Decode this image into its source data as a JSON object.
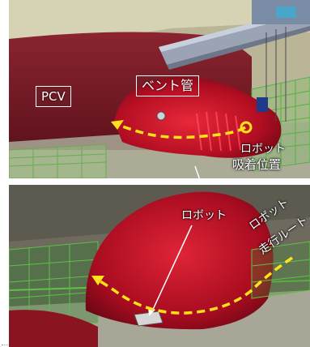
{
  "top_panel": {
    "label_pcv": "PCV",
    "label_vent_pipe": "ベント管",
    "label_robot_position_line1": "ロボット",
    "label_robot_position_line2": "吸着位置"
  },
  "bottom_panel": {
    "label_robot": "ロボット",
    "label_route_line1": "ロボット",
    "label_route_line2": "走行ルート"
  },
  "colors": {
    "pcv_shell": "#7a1a24",
    "vent_pipe": "#c8142a",
    "route_arrow": "#ffe21a",
    "grating": "#58b04a",
    "girder": "#8a95a8",
    "label_text": "#ffffff"
  }
}
